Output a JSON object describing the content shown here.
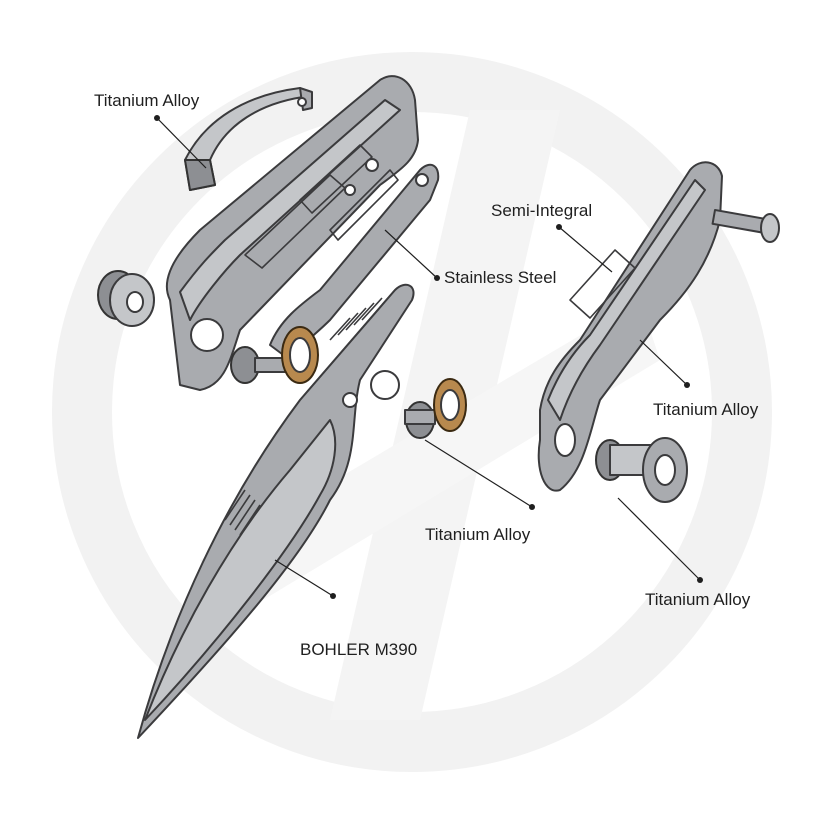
{
  "labels": {
    "clip": "Titanium Alloy",
    "liner": "Stainless Steel",
    "backspacer": "Semi-Integral",
    "handle": "Titanium Alloy",
    "pivot": "Titanium Alloy",
    "pivot_collar": "Titanium Alloy",
    "blade": "BOHLER M390"
  },
  "colors": {
    "metal": "#a9abaf",
    "bronze": "#b8894e",
    "watermark": "#f1f1f1"
  }
}
